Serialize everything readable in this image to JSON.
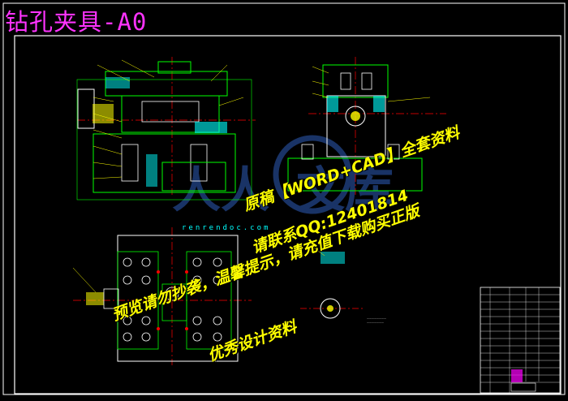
{
  "drawing": {
    "title": "钻孔夹具-A0"
  },
  "watermark": {
    "line1": "原稿【WORD+CAD】全套资料",
    "line2": "请联系QQ:12401814",
    "line3": "预览请勿抄袭，温馨提示，请充值下载购买正版",
    "line4": "优秀设计资料",
    "site": "renrendoc.com"
  },
  "colors": {
    "background": "#000000",
    "frame": "#ffffff",
    "outline": "#00ff00",
    "centerline": "#ff0000",
    "hatch": "#00ffff",
    "leader": "#ffff00",
    "title": "#ff33ff",
    "watermark_text": "#ffff00",
    "watermark_logo": "#1e3c78"
  }
}
